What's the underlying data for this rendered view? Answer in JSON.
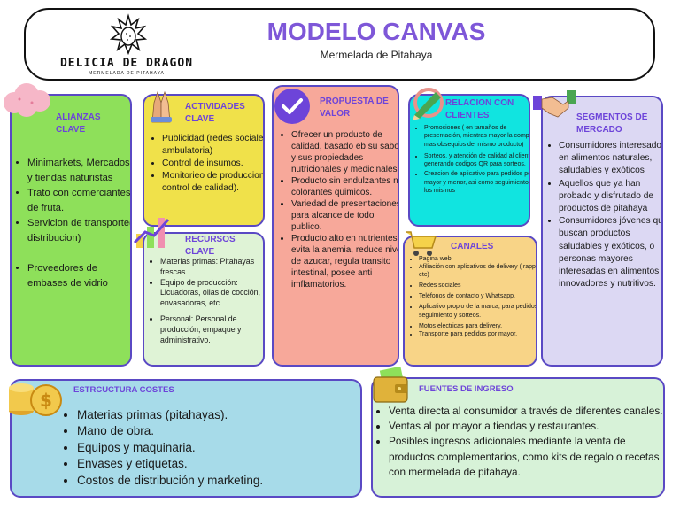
{
  "header": {
    "title": "MODELO CANVAS",
    "subtitle": "Mermelada de Pitahaya",
    "brand_name": "DELICIA DE DRAGON",
    "brand_tagline": "MERMELADA DE PITAHAYA"
  },
  "alianzas": {
    "title": "ALIANZAS CLAVE",
    "items": [
      "Minimarkets, Mercados y tiendas naturistas",
      "Trato con comerciantes de fruta.",
      "Servicion de transporte( distribucion)",
      "Proveedores de embases de vidrio"
    ]
  },
  "actividades": {
    "title": "ACTIVIDADES CLAVE",
    "items": [
      "Publicidad (redes sociales, ambulatoria)",
      "Control de insumos.",
      "Monitorieo de produccion ( control de calidad)."
    ]
  },
  "recursos": {
    "title": "RECURSOS CLAVE",
    "items": [
      "Materias primas: Pitahayas frescas.",
      "Equipo de producción: Licuadoras, ollas de cocción, envasadoras, etc.",
      "Personal: Personal de producción, empaque y administrativo."
    ]
  },
  "propuesta": {
    "title": "PROPUESTA DE VALOR",
    "items": [
      "Ofrecer un producto de calidad, basado eb su sabor y sus propiedades nutricionales y medicinales.",
      "Producto sin endulzantes ni colorantes quimicos.",
      "Variedad de presentaciones para alcance de todo publico.",
      "Producto alto en nutrientes, evita la anemia, reduce nivel de azucar, regula transito intestinal, posee anti imflamatorios."
    ]
  },
  "relacion": {
    "title": "RELACION CON CLIENTES",
    "items": [
      "Promociones ( en tamaños de presentación, mientras mayor la compra mas obsequios del mismo producto)",
      "Sorteos, y atención de calidad al cliente, generando codigos QR para sorteos.",
      "Creacion de aplicativo para pedidos por mayor y menor, asi como seguimiento de los mismos"
    ]
  },
  "canales": {
    "title": "CANALES",
    "items": [
      "Pagina web",
      "Afiliación con aplicativos de delivery ( rappi, etc)",
      "Redes sociales",
      "Teléfonos de contacto y Whatsapp.",
      "Aplicativo propio de la marca, para pedidos, seguimiento y sorteos.",
      "Motos electricas para delivery.",
      "Transporte para pedidos por mayor."
    ]
  },
  "segmentos": {
    "title": "SEGMENTOS DE MERCADO",
    "items": [
      "Consumidores interesados en alimentos naturales, saludables y exóticos",
      "Aquellos que ya han probado y disfrutado de productos de pitahaya",
      "Consumidores jóvenes que buscan productos saludables y exóticos, o personas mayores interesadas en alimentos innovadores y nutritivos."
    ]
  },
  "costes": {
    "title": "ESTRCUCTURA COSTES",
    "items": [
      "Materias primas (pitahayas).",
      "Mano de obra.",
      "Equipos y maquinaria.",
      "Envases y etiquetas.",
      "Costos de distribución y marketing."
    ]
  },
  "ingresos": {
    "title": "FUENTES DE INGRESO",
    "items": [
      "Venta directa al consumidor a través de diferentes canales.",
      "Ventas al por mayor a tiendas y restaurantes.",
      "Posibles ingresos adicionales mediante la venta de productos complementarios, como kits de regalo o recetas con mermelada de pitahaya."
    ]
  },
  "colors": {
    "alianzas": "#8ee05a",
    "actividades": "#f0e14a",
    "recursos": "#dff3d6",
    "propuesta": "#f7a89a",
    "relacion": "#11e4e0",
    "canales": "#f8d487",
    "segmentos": "#dcd8f3",
    "costes": "#a7dbe9",
    "ingresos": "#d7f2d8",
    "border": "#5a49c4",
    "title_text": "#7e57d8"
  }
}
